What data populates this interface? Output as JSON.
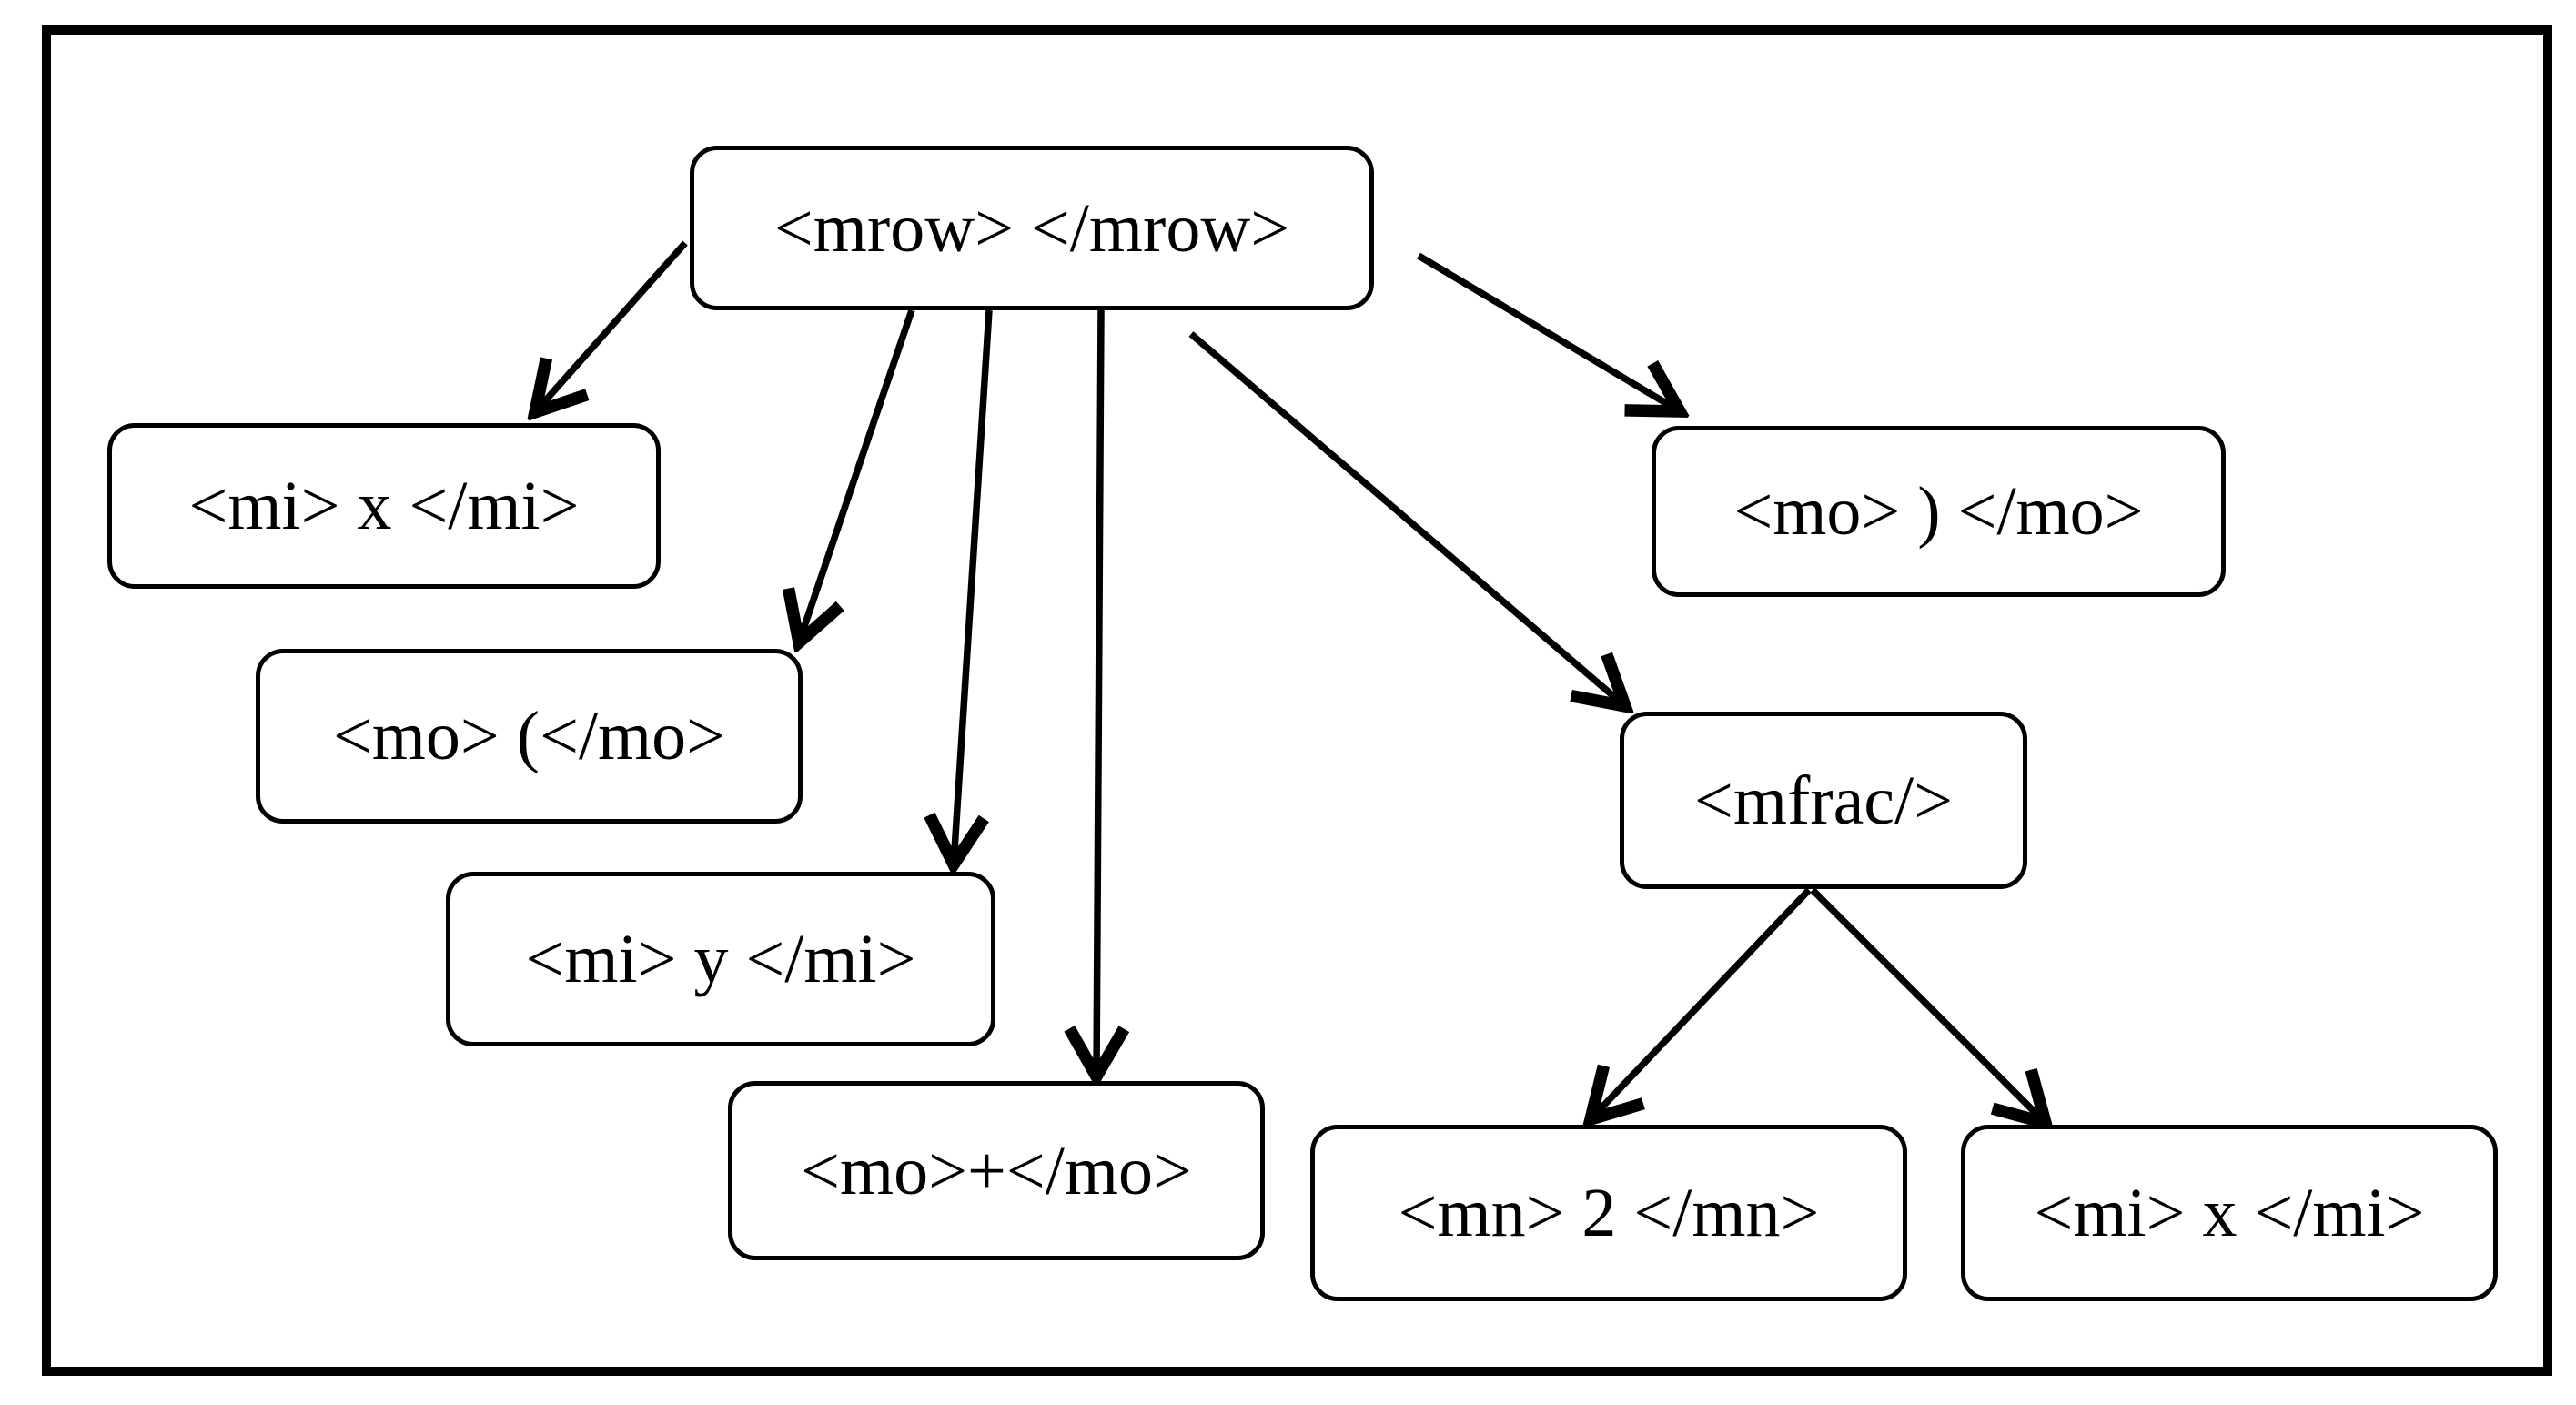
{
  "figure": {
    "description": "Tree diagram of a MathML expression: an mrow element with children mi x, mo (, mi y, mo +, mfrac, mo ), where mfrac has children mn 2 and mi x"
  },
  "nodes": {
    "mrow": {
      "label": "<mrow> </mrow>"
    },
    "mi_x": {
      "label": "<mi> x </mi>"
    },
    "mo_open": {
      "label": "<mo> (</mo>"
    },
    "mi_y": {
      "label": "<mi> y </mi>"
    },
    "mo_plus": {
      "label": "<mo>+</mo>"
    },
    "mo_close": {
      "label": "<mo> ) </mo>"
    },
    "mfrac": {
      "label": "<mfrac/>"
    },
    "mn_2": {
      "label": "<mn> 2 </mn>"
    },
    "mi_x_2": {
      "label": "<mi> x </mi>"
    }
  },
  "edges": [
    {
      "from": "mrow",
      "to": "mi_x"
    },
    {
      "from": "mrow",
      "to": "mo_open"
    },
    {
      "from": "mrow",
      "to": "mi_y"
    },
    {
      "from": "mrow",
      "to": "mo_plus"
    },
    {
      "from": "mrow",
      "to": "mfrac"
    },
    {
      "from": "mrow",
      "to": "mo_close"
    },
    {
      "from": "mfrac",
      "to": "mn_2"
    },
    {
      "from": "mfrac",
      "to": "mi_x_2"
    }
  ],
  "colors": {
    "line": "#000000",
    "node_border": "#000000",
    "node_fill": "#ffffff",
    "background": "#ffffff"
  }
}
